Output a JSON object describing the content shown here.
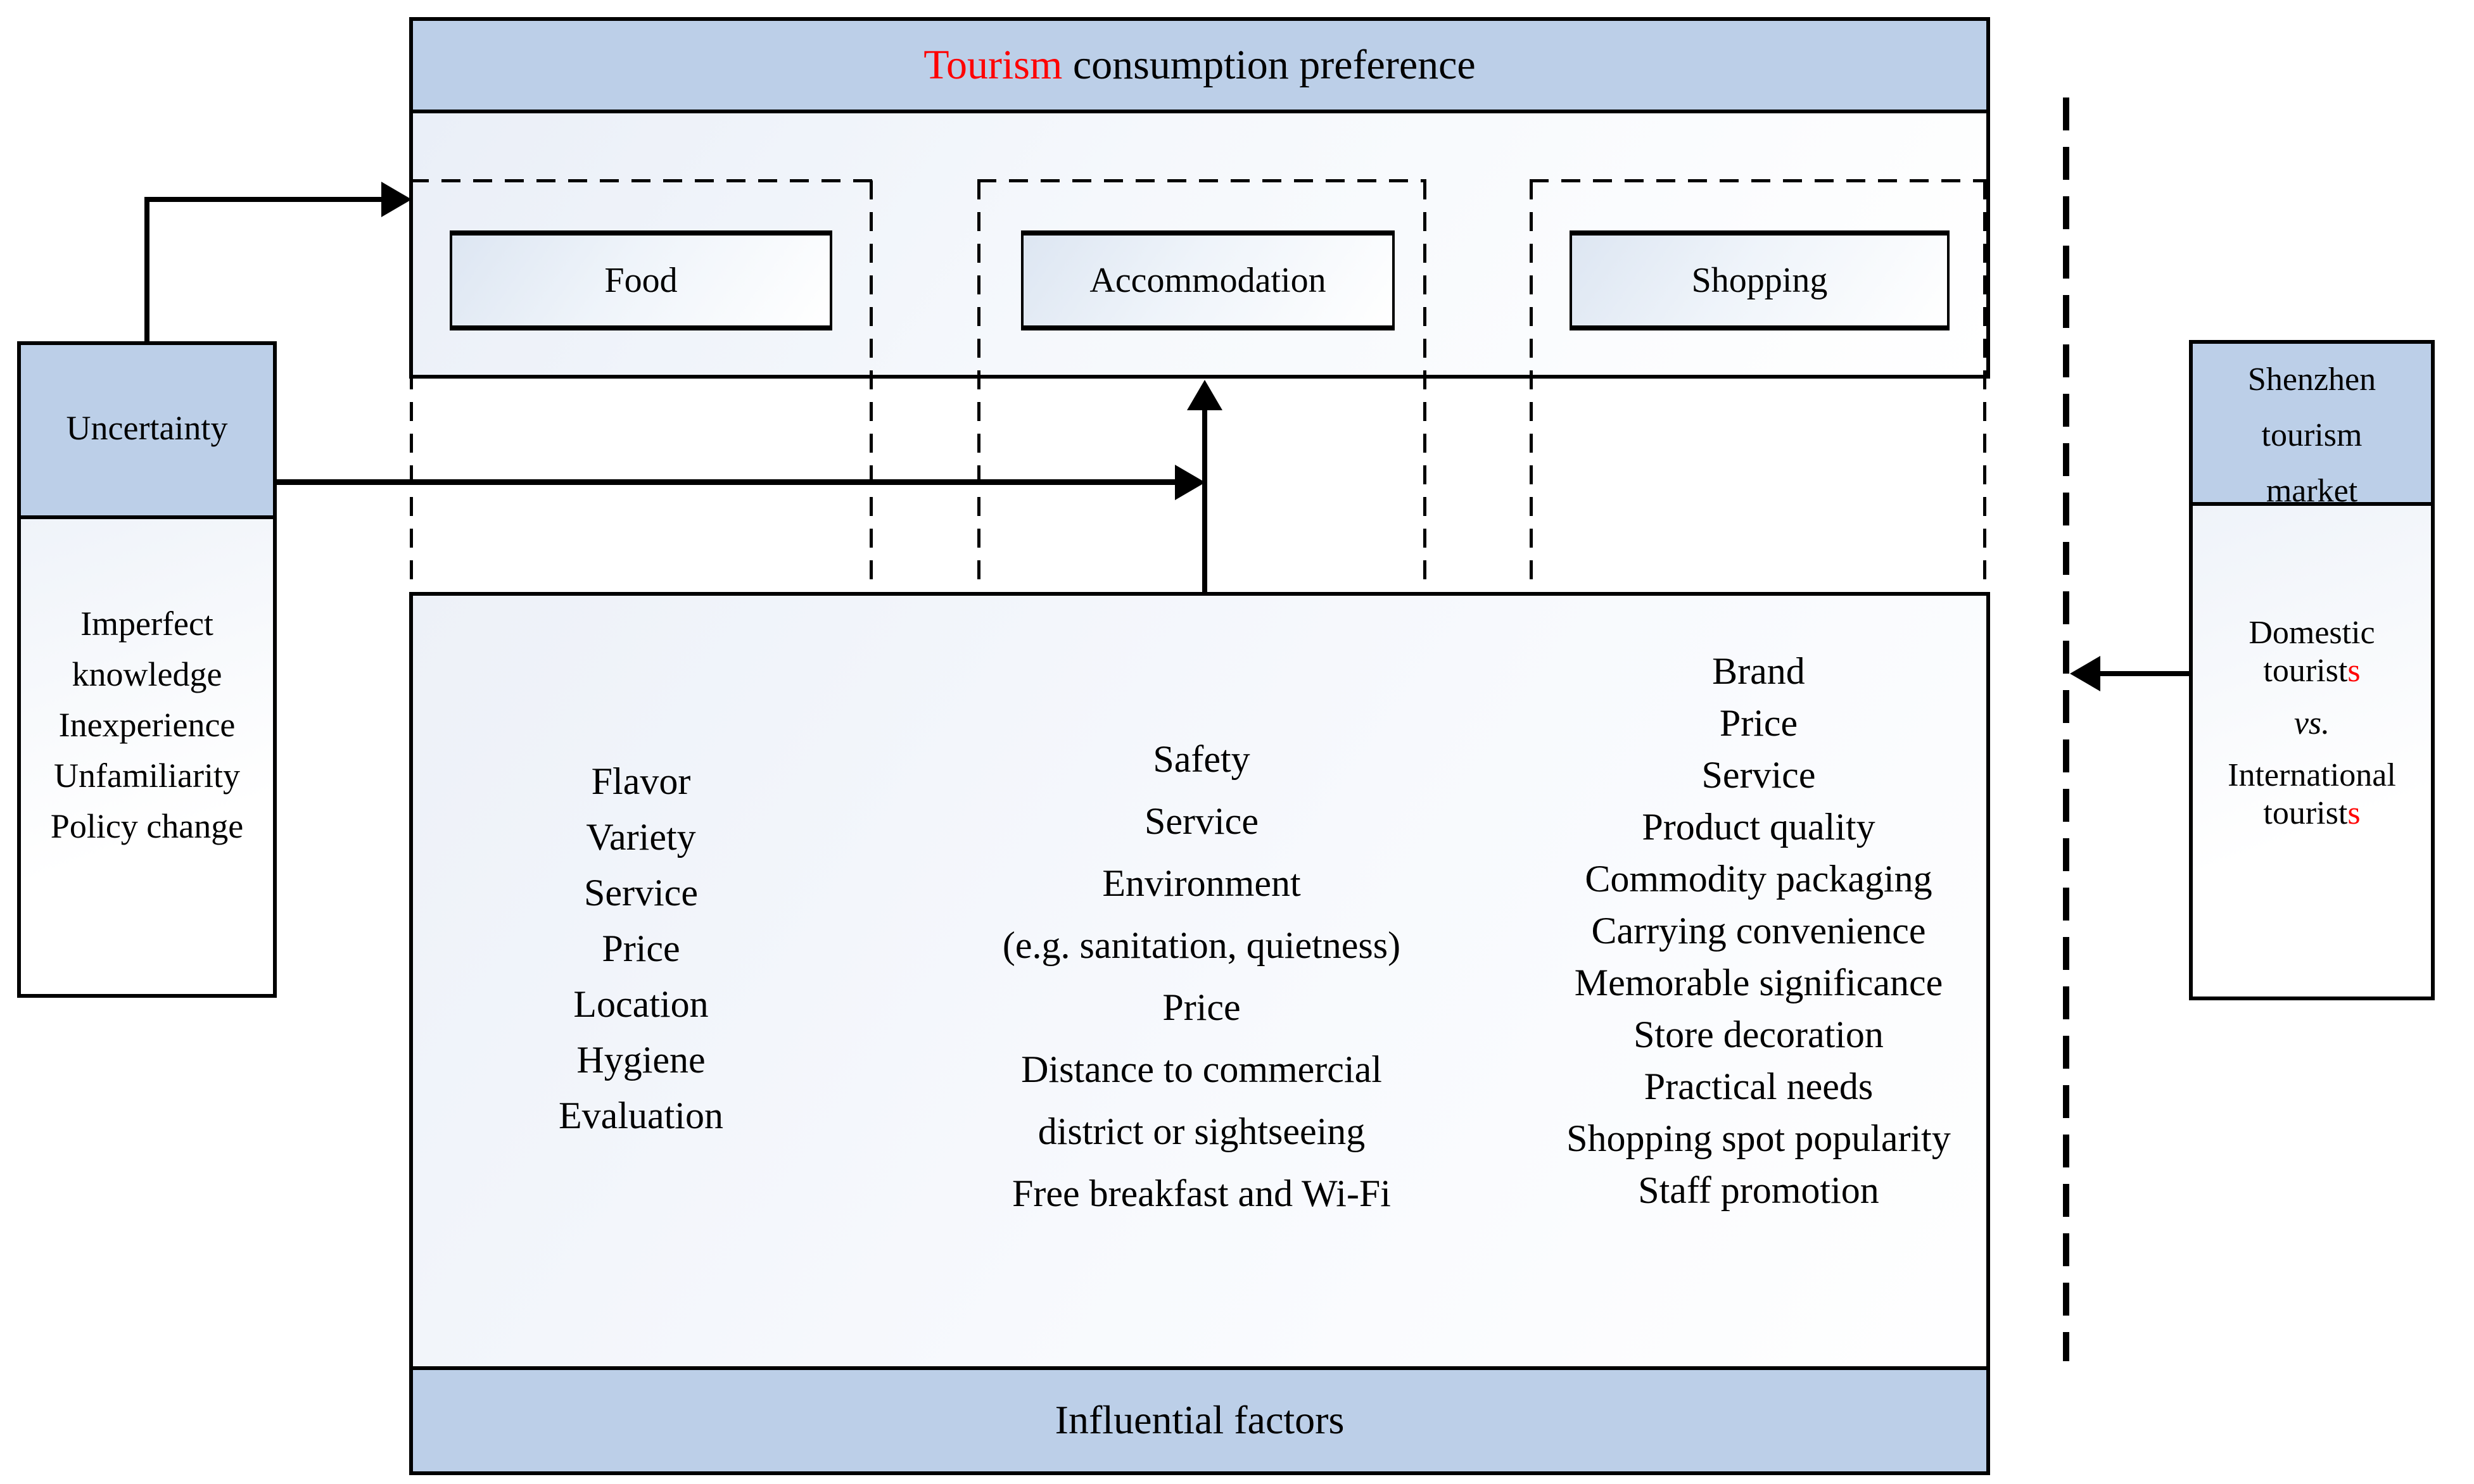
{
  "diagram_title": {
    "highlight": "Tourism",
    "rest": " consumption preference"
  },
  "categories": [
    {
      "label": "Food"
    },
    {
      "label": "Accommodation"
    },
    {
      "label": "Shopping"
    }
  ],
  "factor_lists": {
    "food": [
      "Flavor",
      "Variety",
      "Service",
      "Price",
      "Location",
      "Hygiene",
      "Evaluation"
    ],
    "accommodation": [
      "Safety",
      "Service",
      "Environment",
      "(e.g. sanitation, quietness)",
      "Price",
      "Distance to commercial",
      "district or sightseeing",
      "Free breakfast and Wi-Fi"
    ],
    "shopping": [
      "Brand",
      "Price",
      "Service",
      "Product quality",
      "Commodity packaging",
      "Carrying convenience",
      "Memorable significance",
      "Store decoration",
      "Practical needs",
      "Shopping spot popularity",
      "Staff promotion"
    ]
  },
  "footer": {
    "label": "Influential factors"
  },
  "uncertainty": {
    "title": "Uncertainty",
    "lines": [
      "Imperfect",
      "knowledge",
      "Inexperience",
      "Unfamiliarity",
      "Policy change"
    ]
  },
  "market": {
    "title_lines": [
      "Shenzhen",
      "tourism",
      "market"
    ],
    "domestic_line1": "Domestic",
    "domestic_line2_base": "tourist",
    "domestic_suffix": "s",
    "versus": "vs.",
    "international_line1": "International",
    "international_line2_base": "tourist",
    "international_suffix": "s"
  },
  "colors": {
    "header_blue": "#bccfe8",
    "accent_red": "#ff0000",
    "line_black": "#000000"
  }
}
